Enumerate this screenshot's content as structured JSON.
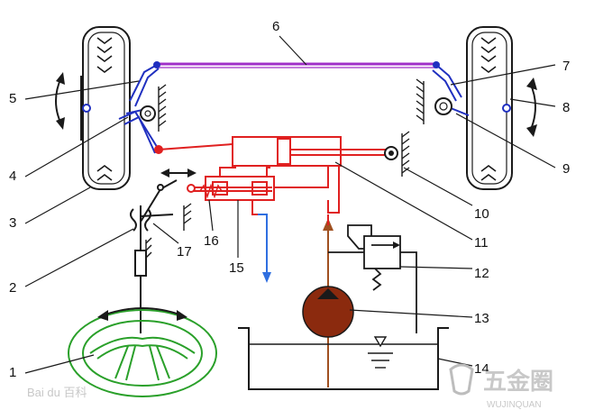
{
  "labels": {
    "l1": "1",
    "l2": "2",
    "l3": "3",
    "l4": "4",
    "l5": "5",
    "l6": "6",
    "l7": "7",
    "l8": "8",
    "l9": "9",
    "l10": "10",
    "l11": "11",
    "l12": "12",
    "l13": "13",
    "l14": "14",
    "l15": "15",
    "l16": "16",
    "l17": "17"
  },
  "watermarks": {
    "baidu": "Bai du 百科",
    "brand_cn": "五金圈",
    "brand_en": "WUJINQUAN"
  },
  "colors": {
    "outline": "#1a1a1a",
    "tie_rod": "#a030c8",
    "linkage": "#2030c0",
    "hydraulic_red": "#e02020",
    "return_line": "#2f6fe0",
    "supply_line": "#a05020",
    "pump": "#8b2a0e",
    "steering_wheel": "#2aa02a"
  }
}
